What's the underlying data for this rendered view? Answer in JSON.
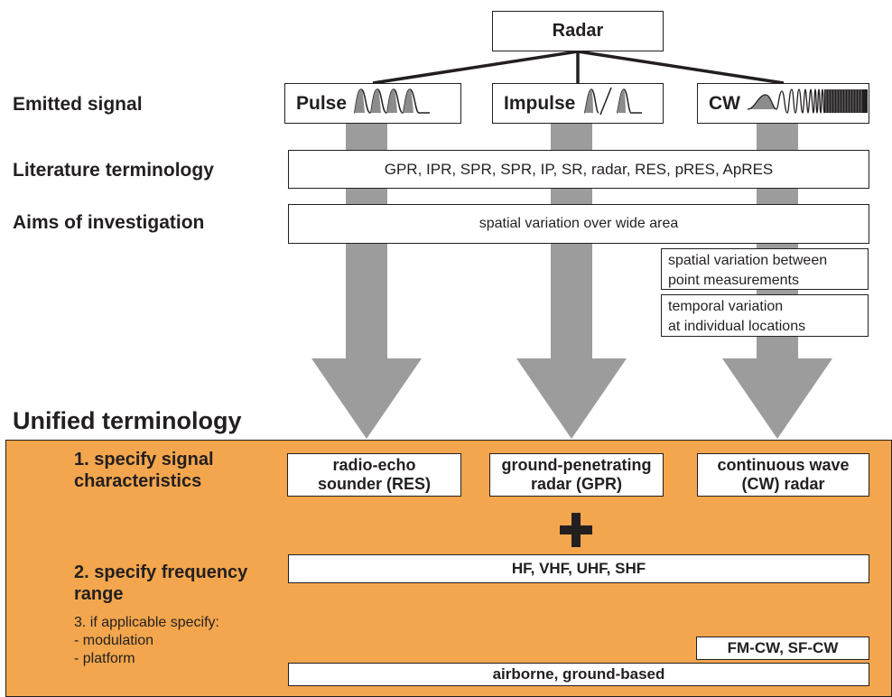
{
  "top": {
    "title": "Radar"
  },
  "rows": {
    "emitted": "Emitted signal",
    "literature": "Literature terminology",
    "aims": "Aims of investigation"
  },
  "signals": {
    "pulse": "Pulse",
    "impulse": "Impulse",
    "cw": "CW"
  },
  "literature_terms": "GPR, IPR, SPR, SPR, IP, SR, radar, RES, pRES, ApRES",
  "aims": {
    "wide": "spatial variation over wide area",
    "point": "spatial variation between\npoint measurements",
    "temporal": "temporal variation\nat individual locations"
  },
  "unified": {
    "heading": "Unified terminology",
    "step1": "1. specify signal\n characteristics",
    "step2": "2. specify frequency\n    range",
    "step3": "3. if applicable specify:\n    - modulation\n    - platform",
    "res": "radio-echo\nsounder (RES)",
    "gpr": "ground-penetrating\nradar (GPR)",
    "cw": "continuous wave\n(CW) radar",
    "plus": "+",
    "frequency": "HF, VHF, UHF, SHF",
    "modulation": "FM-CW, SF-CW",
    "platform": "airborne, ground-based"
  },
  "colors": {
    "panel": "#f3a64d",
    "arrow": "#9c9c9c",
    "line": "#231f20",
    "text": "#231f20"
  }
}
